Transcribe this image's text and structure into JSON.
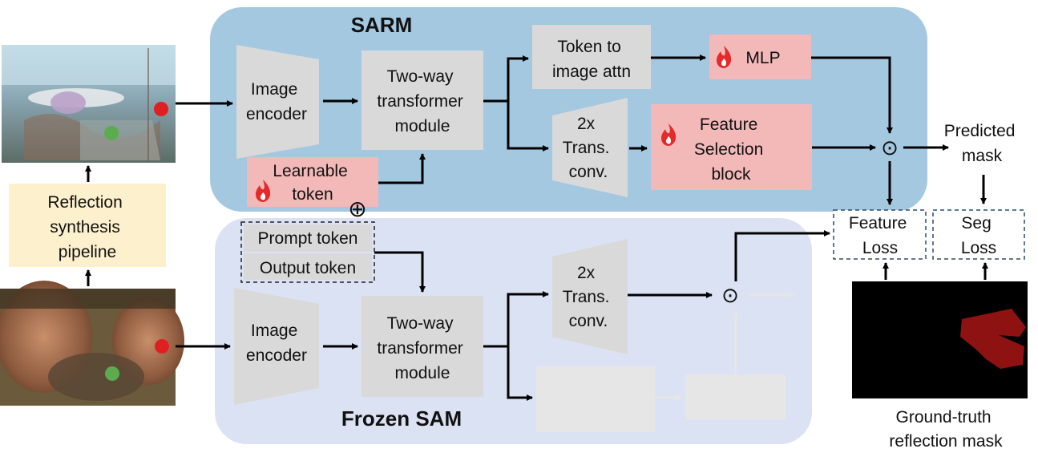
{
  "sarm": {
    "title": "SARM",
    "image_encoder": [
      "Image",
      "encoder"
    ],
    "two_way": [
      "Two-way",
      "transformer",
      "module"
    ],
    "token_attn": [
      "Token to",
      "image attn"
    ],
    "mlp": "MLP",
    "trans_conv": [
      "2x",
      "Trans.",
      "conv."
    ],
    "feature_selection": [
      "Feature",
      "Selection",
      "block"
    ],
    "learnable_token": [
      "Learnable",
      "token"
    ]
  },
  "frozen": {
    "title": "Frozen SAM",
    "prompt_token": "Prompt token",
    "output_token": "Output token",
    "image_encoder": [
      "Image",
      "encoder"
    ],
    "two_way": [
      "Two-way",
      "transformer",
      "module"
    ],
    "trans_conv": [
      "2x",
      "Trans.",
      "conv."
    ]
  },
  "left": {
    "pipeline": [
      "Reflection",
      "synthesis",
      "pipeline"
    ]
  },
  "right": {
    "predicted_mask": [
      "Predicted",
      "mask"
    ],
    "feature_loss": [
      "Feature",
      "Loss"
    ],
    "seg_loss": [
      "Seg",
      "Loss"
    ],
    "gt_caption": [
      "Ground-truth",
      "reflection mask"
    ]
  },
  "symbols": {
    "plus": "⊕",
    "dot": "⊙"
  },
  "colors": {
    "sarm_bg": "#a3c8e0",
    "frozen_bg": "#dbe2f3",
    "box_grey": "#d9d9d9",
    "trainable_pink": "#f3b9b9",
    "pipeline_yellow": "#fdf0cd",
    "flame": "#e32b2b"
  },
  "icons": {
    "trainable": "flame-icon"
  }
}
